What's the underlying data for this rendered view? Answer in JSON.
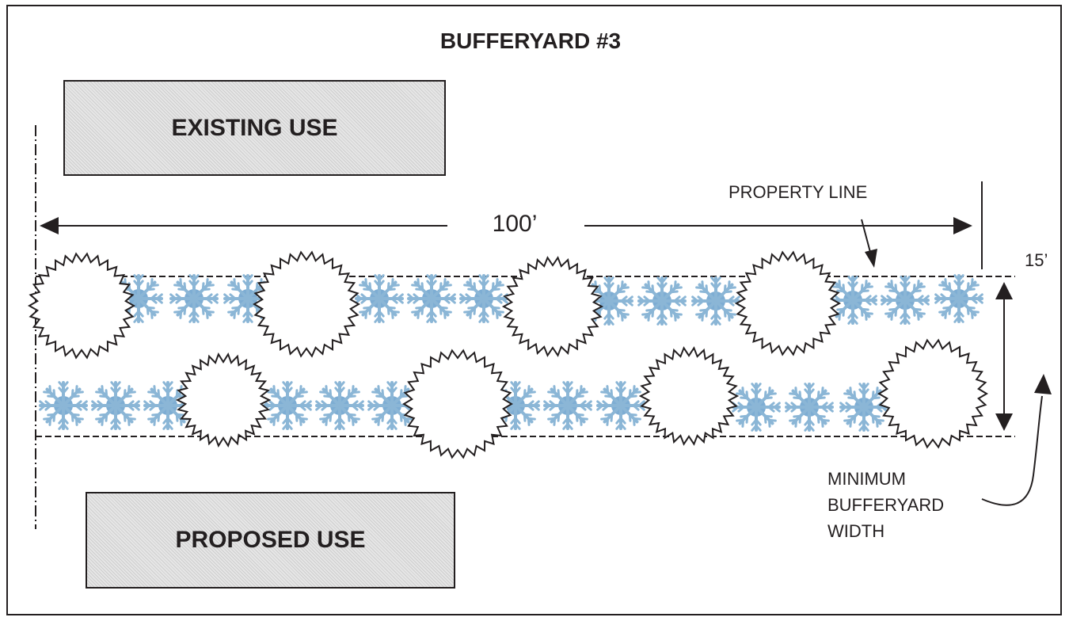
{
  "title": "BUFFERYARD #3",
  "existing_use": "EXISTING USE",
  "proposed_use": "PROPOSED USE",
  "length_label": "100’",
  "property_line_label": "PROPERTY LINE",
  "width_label": "15’",
  "min_width_label": [
    "MINIMUM",
    "BUFFERYARD",
    "WIDTH"
  ],
  "colors": {
    "line": "#231f20",
    "shrub": "#8bb6d6",
    "shrub_center": "#7eadd3"
  },
  "legend_icons": {
    "deciduous_tree": "jagged-circle",
    "shrub": "snowflake-shrub"
  }
}
